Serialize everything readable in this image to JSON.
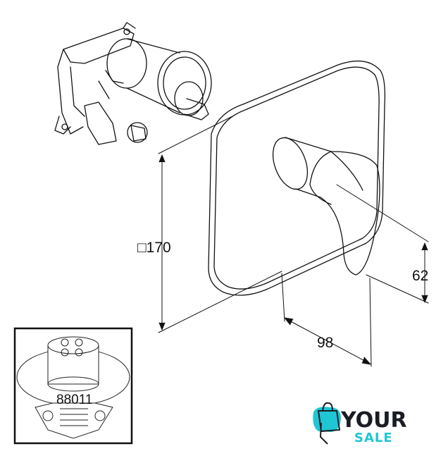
{
  "dimensions": {
    "plate_size": "□170",
    "handle_height": "62",
    "handle_depth": "98"
  },
  "inset": {
    "part_number": "88011"
  },
  "logo": {
    "word1": "YOUR",
    "word2": "SALE",
    "colors": {
      "dark": "#1b1d24",
      "accent": "#1fc6d4"
    }
  }
}
